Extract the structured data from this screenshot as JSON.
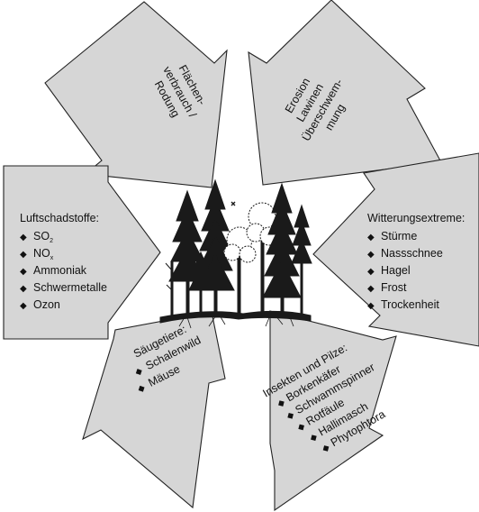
{
  "diagram": {
    "arrows": {
      "top_left": {
        "lines": [
          "Flächen-",
          "verbrauch /",
          "Rodung"
        ]
      },
      "top_right": {
        "lines": [
          "Erosion",
          "Lawinen",
          "Überschwem-",
          "mung"
        ]
      },
      "left": {
        "title": "Luftschadstoffe:",
        "items": [
          {
            "base": "SO",
            "sub": "2"
          },
          {
            "base": "NO",
            "sub": "x"
          },
          {
            "base": "Ammoniak",
            "sub": ""
          },
          {
            "base": "Schwermetalle",
            "sub": ""
          },
          {
            "base": "Ozon",
            "sub": ""
          }
        ]
      },
      "right": {
        "title": "Witterungsextreme:",
        "items": [
          "Stürme",
          "Nassschnee",
          "Hagel",
          "Frost",
          "Trockenheit"
        ]
      },
      "bottom_left": {
        "title": "Säugetiere:",
        "items": [
          "Schalenwild",
          "Mäuse"
        ]
      },
      "bottom_right": {
        "title": "Insekten und Pilze:",
        "items": [
          "Borkenkäfer",
          "Schwammspinner",
          "Rotfäule",
          "Hallimasch",
          "Phytophtora"
        ]
      }
    },
    "bullet_glyph": "◆",
    "colors": {
      "arrow_fill": "#d6d6d6",
      "outline": "#222222",
      "ink": "#1a1a1a"
    },
    "center_image": "forest-illustration"
  }
}
